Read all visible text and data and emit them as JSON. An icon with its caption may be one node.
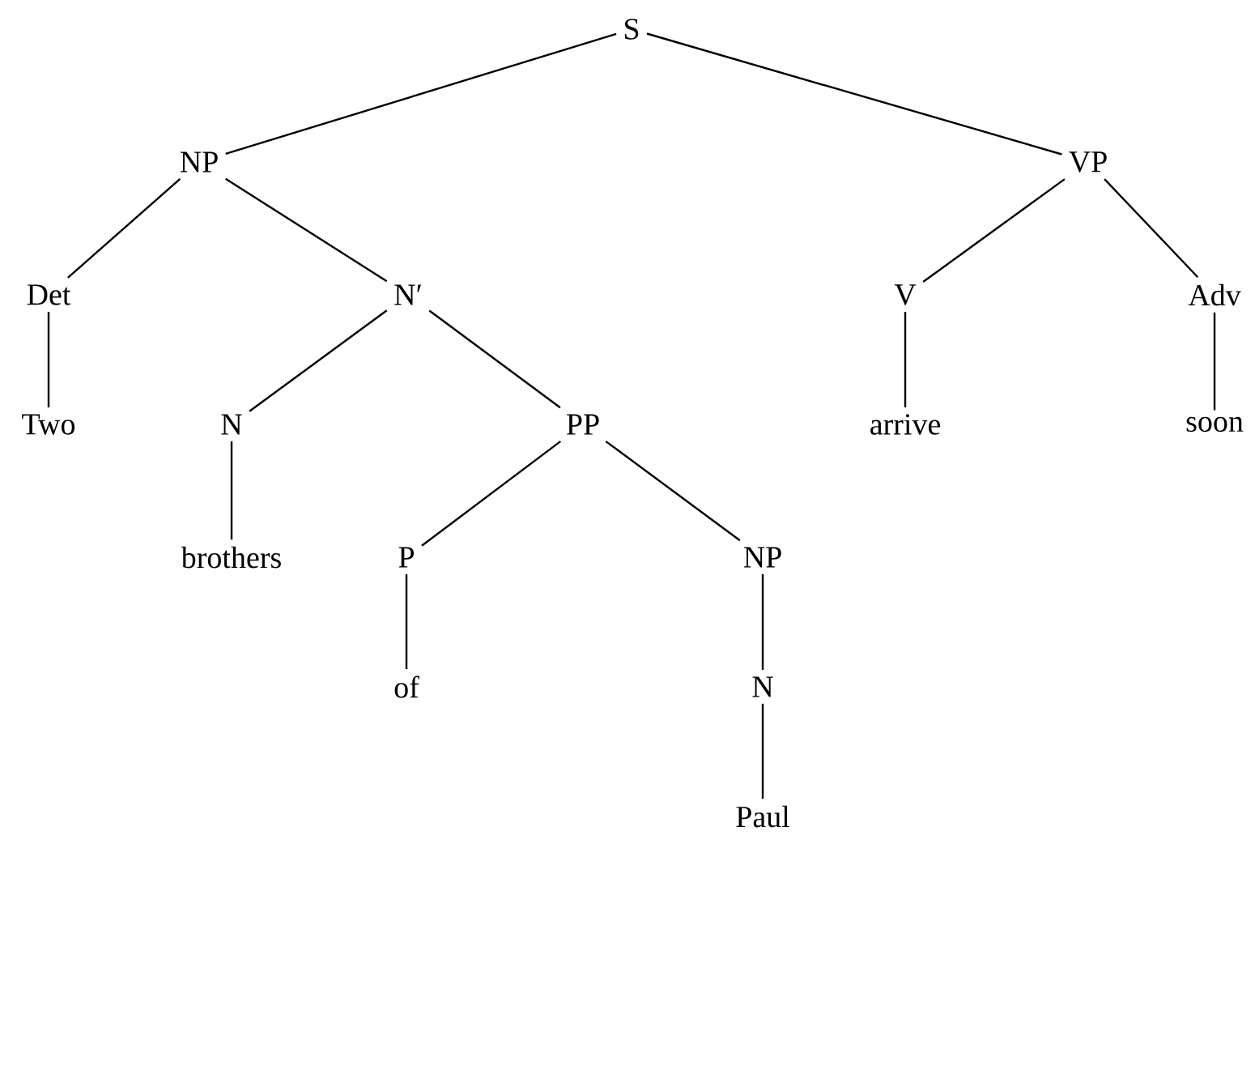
{
  "diagram": {
    "nodes": [
      {
        "text": [
          "S"
        ]
      },
      {
        "text": [
          "NP"
        ]
      },
      {
        "text": [
          "VP"
        ]
      },
      {
        "text": [
          "Det"
        ]
      },
      {
        "text": [
          "N′"
        ]
      },
      {
        "text": [
          "V"
        ]
      },
      {
        "text": [
          "Adv"
        ]
      },
      {
        "text": [
          "Two"
        ]
      },
      {
        "text": [
          "N"
        ]
      },
      {
        "text": [
          "PP"
        ]
      },
      {
        "text": [
          "arrive"
        ]
      },
      {
        "text": [
          "soon"
        ]
      },
      {
        "text": [
          "brothers"
        ]
      },
      {
        "text": [
          "P"
        ]
      },
      {
        "text": [
          "NP"
        ]
      },
      {
        "text": [
          "of"
        ]
      },
      {
        "text": [
          "N"
        ]
      },
      {
        "text": [
          "Paul"
        ]
      }
    ],
    "edges": [
      {
        "from": 0,
        "to": 1,
        "arrow": "none"
      },
      {
        "from": 0,
        "to": 2,
        "arrow": "none"
      },
      {
        "from": 1,
        "to": 3,
        "arrow": "none"
      },
      {
        "from": 1,
        "to": 4,
        "arrow": "none"
      },
      {
        "from": 2,
        "to": 5,
        "arrow": "none"
      },
      {
        "from": 2,
        "to": 6,
        "arrow": "none"
      },
      {
        "from": 3,
        "to": 7,
        "arrow": "none"
      },
      {
        "from": 4,
        "to": 8,
        "arrow": "none"
      },
      {
        "from": 4,
        "to": 9,
        "arrow": "none"
      },
      {
        "from": 5,
        "to": 10,
        "arrow": "none"
      },
      {
        "from": 6,
        "to": 11,
        "arrow": "none"
      },
      {
        "from": 8,
        "to": 12,
        "arrow": "none"
      },
      {
        "from": 9,
        "to": 13,
        "arrow": "none"
      },
      {
        "from": 9,
        "to": 14,
        "arrow": "none"
      },
      {
        "from": 13,
        "to": 15,
        "arrow": "none"
      },
      {
        "from": 14,
        "to": 16,
        "arrow": "none"
      },
      {
        "from": 16,
        "to": 17,
        "arrow": "none"
      }
    ]
  }
}
